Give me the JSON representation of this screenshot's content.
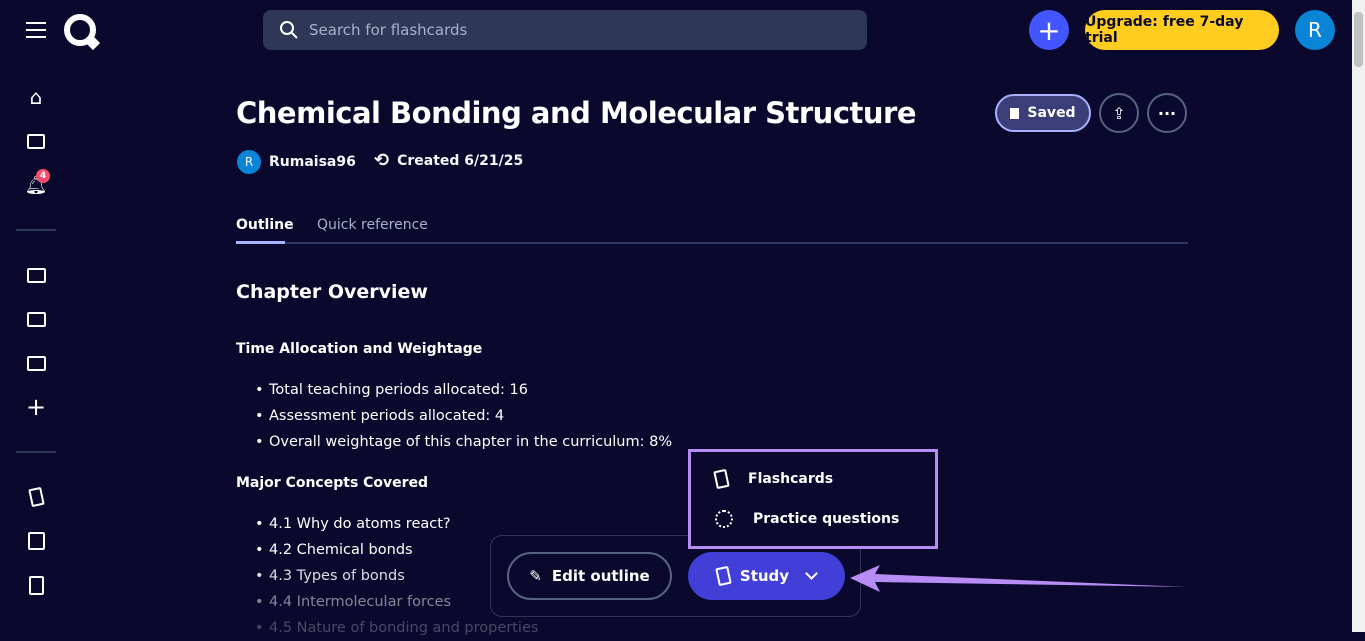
{
  "header": {
    "search_placeholder": "Search for flashcards",
    "upgrade_label": "Upgrade: free 7-day trial",
    "avatar_letter": "R"
  },
  "sidebar": {
    "notification_count": "4"
  },
  "page": {
    "title": "Chemical Bonding and Molecular Structure",
    "author": "Rumaisa96",
    "author_initial": "R",
    "created": "Created 6/21/25",
    "saved_label": "Saved"
  },
  "tabs": [
    {
      "label": "Outline",
      "active": true
    },
    {
      "label": "Quick reference",
      "active": false
    }
  ],
  "outline": {
    "heading": "Chapter Overview",
    "sections": [
      {
        "title": "Time Allocation and Weightage",
        "items": [
          "Total teaching periods allocated: 16",
          "Assessment periods allocated: 4",
          "Overall weightage of this chapter in the curriculum: 8%"
        ]
      },
      {
        "title": "Major Concepts Covered",
        "items": [
          "4.1 Why do atoms react?",
          "4.2 Chemical bonds",
          "4.3 Types of bonds",
          "4.4 Intermolecular forces",
          "4.5 Nature of bonding and properties"
        ]
      }
    ]
  },
  "actions": {
    "edit_label": "Edit outline",
    "study_label": "Study"
  },
  "study_menu": [
    {
      "label": "Flashcards",
      "icon": "flashcards-icon"
    },
    {
      "label": "Practice questions",
      "icon": "practice-icon"
    }
  ],
  "colors": {
    "bg": "#0a092d",
    "accent": "#4255ff",
    "upgrade": "#ffcd1f",
    "highlight": "#b88cf5",
    "study": "#423ed8"
  }
}
